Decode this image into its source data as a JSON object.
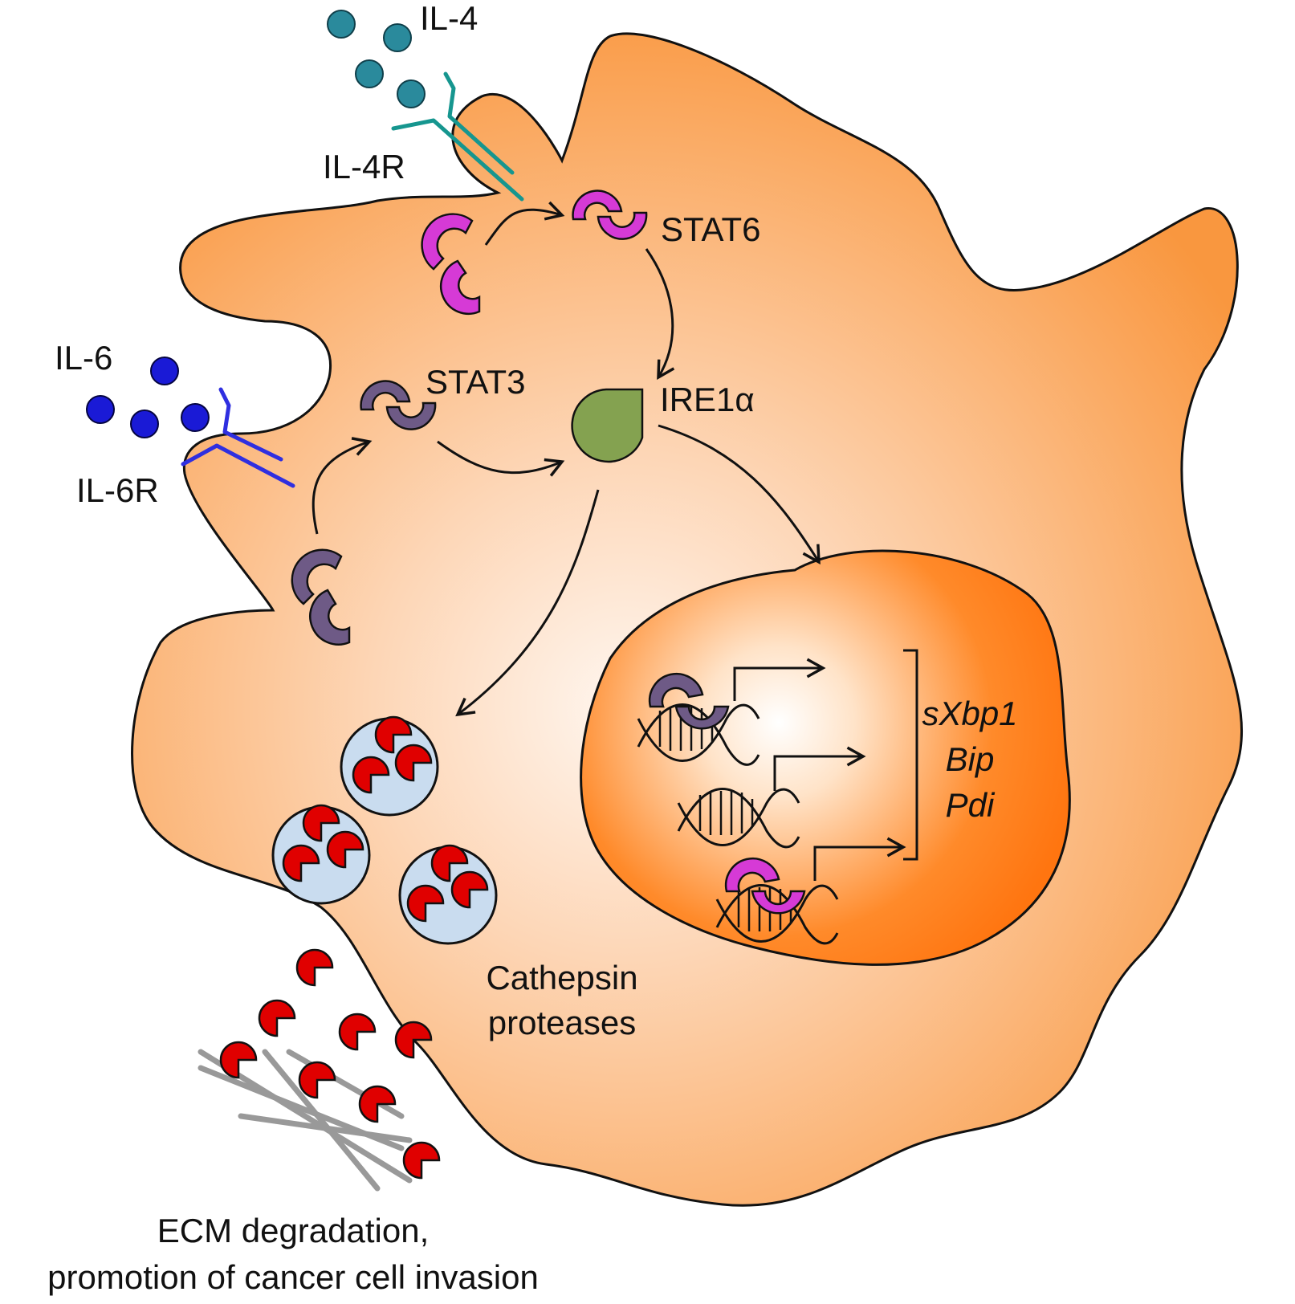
{
  "labels": {
    "il4": "IL-4",
    "il4r": "IL-4R",
    "stat6": "STAT6",
    "il6": "IL-6",
    "il6r": "IL-6R",
    "stat3": "STAT3",
    "ire1a": "IRE1α",
    "genes": [
      "sXbp1",
      "Bip",
      "Pdi"
    ],
    "cathepsin_line1": "Cathepsin",
    "cathepsin_line2": "proteases",
    "ecm_line1": "ECM degradation,",
    "ecm_line2": "promotion of cancer cell invasion"
  },
  "colors": {
    "cell_fill_light": "#fde3cc",
    "cell_fill_dark": "#f9a05a",
    "nucleus_light": "#fff0e2",
    "nucleus_dark": "#ff7a14",
    "il4_ligand": "#2a8a9c",
    "il4_receptor": "#16968f",
    "il6_ligand": "#1a1ad6",
    "il6_receptor": "#2f2fe0",
    "stat6": "#d63ad6",
    "stat3": "#6e5a86",
    "ire1a": "#84a250",
    "cathepsin": "#e00000",
    "vesicle": "#c9dcef",
    "ecm_fiber": "#8a8a8a"
  },
  "icons": [
    "stat-dimer-icon",
    "monomer-icon",
    "receptor-icon",
    "dna-helix-icon",
    "pacman-protease-icon",
    "vesicle-icon",
    "arrow-icon"
  ]
}
